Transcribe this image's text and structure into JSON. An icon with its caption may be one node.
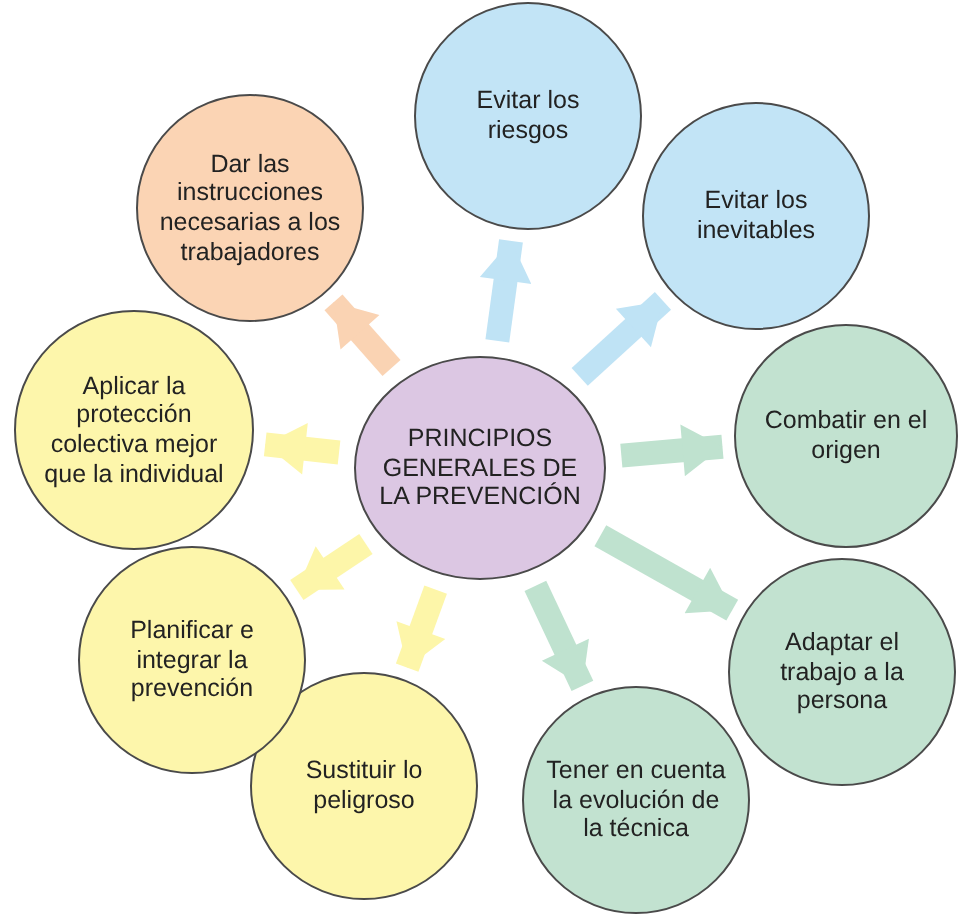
{
  "diagram": {
    "nodes": [
      {
        "text": [
          "PRINCIPIOS GENERALES DE LA PREVENCIÓN"
        ]
      },
      {
        "text": [
          "Evitar los riesgos"
        ]
      },
      {
        "text": [
          "Evitar los inevitables"
        ]
      },
      {
        "text": [
          "Combatir en el origen"
        ]
      },
      {
        "text": [
          "Adaptar el trabajo a la persona"
        ]
      },
      {
        "text": [
          "Tener en cuenta la evolución de la técnica"
        ]
      },
      {
        "text": [
          "Sustituir lo peligroso"
        ]
      },
      {
        "text": [
          "Planificar e integrar la prevención"
        ]
      },
      {
        "text": [
          "Aplicar la protección colectiva mejor que la individual"
        ]
      },
      {
        "text": [
          "Dar las instrucciones necesarias a los trabajadores"
        ]
      }
    ],
    "edges": [
      {
        "from": 0,
        "to": 1,
        "arrow": "to",
        "color": "#bfe3f5"
      },
      {
        "from": 0,
        "to": 2,
        "arrow": "to",
        "color": "#bfe3f5"
      },
      {
        "from": 0,
        "to": 3,
        "arrow": "to",
        "color": "#bfe2cf"
      },
      {
        "from": 0,
        "to": 4,
        "arrow": "to",
        "color": "#bfe2cf"
      },
      {
        "from": 0,
        "to": 5,
        "arrow": "to",
        "color": "#bfe2cf"
      },
      {
        "from": 0,
        "to": 6,
        "arrow": "to",
        "color": "#fdf6a9"
      },
      {
        "from": 0,
        "to": 7,
        "arrow": "to",
        "color": "#fdf6a9"
      },
      {
        "from": 0,
        "to": 8,
        "arrow": "to",
        "color": "#fdf6a9"
      },
      {
        "from": 0,
        "to": 9,
        "arrow": "to",
        "color": "#fad3b3"
      }
    ]
  }
}
